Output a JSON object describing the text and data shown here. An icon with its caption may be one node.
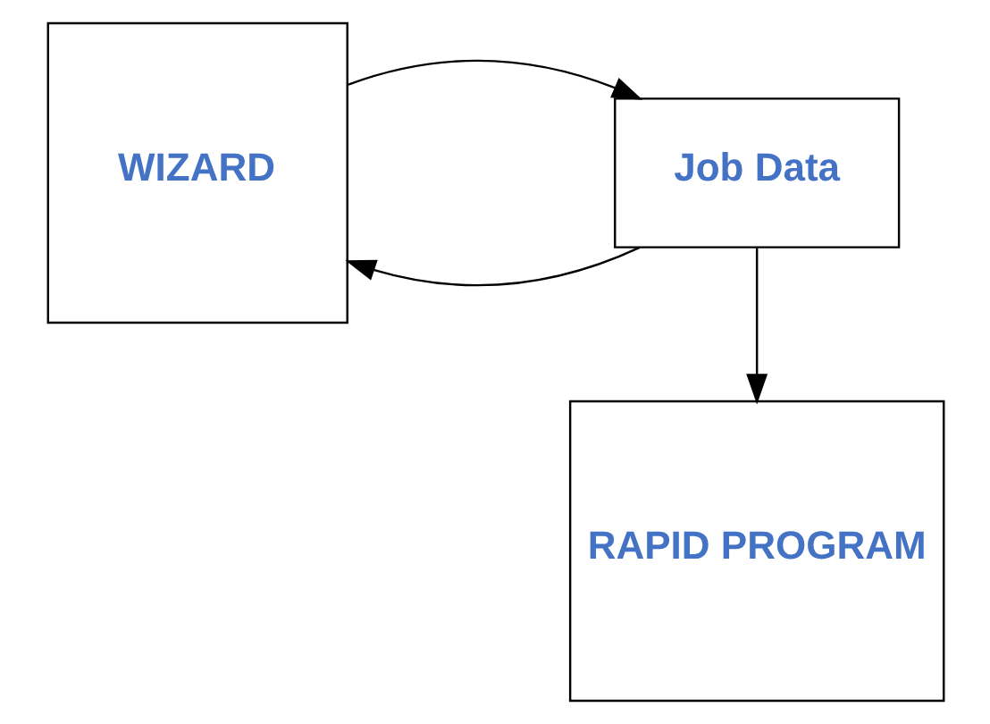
{
  "diagram": {
    "nodes": [
      {
        "text": [
          "WIZARD"
        ]
      },
      {
        "text": [
          "Job Data"
        ]
      },
      {
        "text": [
          "RAPID PROGRAM"
        ]
      }
    ],
    "edges": [
      {
        "from": 1,
        "to": 0,
        "arrow": "to"
      },
      {
        "from": 0,
        "to": 1,
        "arrow": "to"
      },
      {
        "from": 1,
        "to": 2,
        "arrow": "to"
      }
    ]
  }
}
